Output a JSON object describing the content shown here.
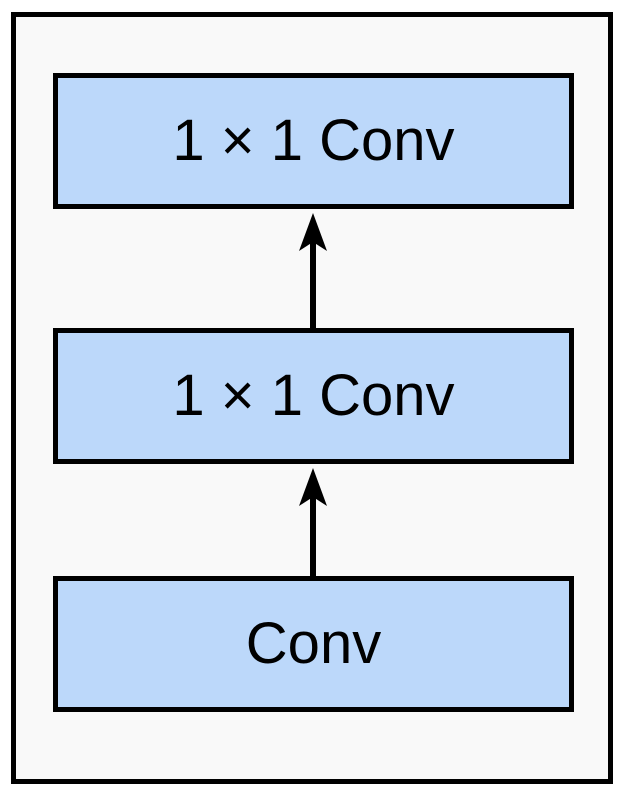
{
  "diagram": {
    "colors": {
      "block_fill": "#bcd8fa",
      "border": "#000000",
      "background": "#f9f9f9"
    },
    "blocks": [
      {
        "label": "1 × 1 Conv"
      },
      {
        "label": "1 × 1 Conv"
      },
      {
        "label": "Conv"
      }
    ],
    "arrows": [
      {
        "from": "Conv",
        "to": "1 × 1 Conv (middle)"
      },
      {
        "from": "1 × 1 Conv (middle)",
        "to": "1 × 1 Conv (top)"
      }
    ]
  }
}
